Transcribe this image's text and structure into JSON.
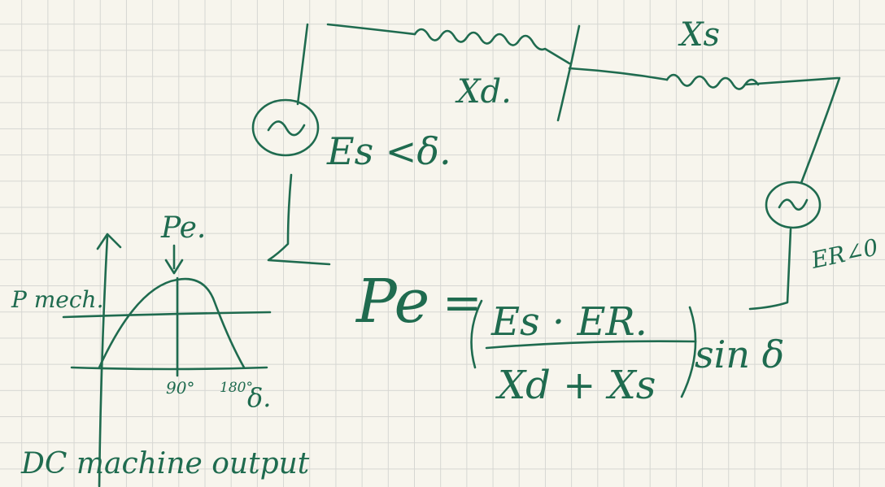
{
  "ink_color": "#1f6b4f",
  "paper_color": "#f7f5ed",
  "grid_color": "#d6d6d2",
  "circuit": {
    "label_xs": "Xs",
    "label_xd": "Xd.",
    "label_source": "Es <δ.",
    "label_receiver": "ER∠0"
  },
  "equation": {
    "lhs": "Pe",
    "numerator": "Es · ER.",
    "denominator": "Xd + Xs",
    "trig": "sin δ"
  },
  "graph": {
    "label_pe": "Pe.",
    "label_pmech": "P mech.",
    "tick_90": "90°",
    "tick_180": "180°",
    "axis_delta": "δ."
  },
  "caption": "DC machine output"
}
